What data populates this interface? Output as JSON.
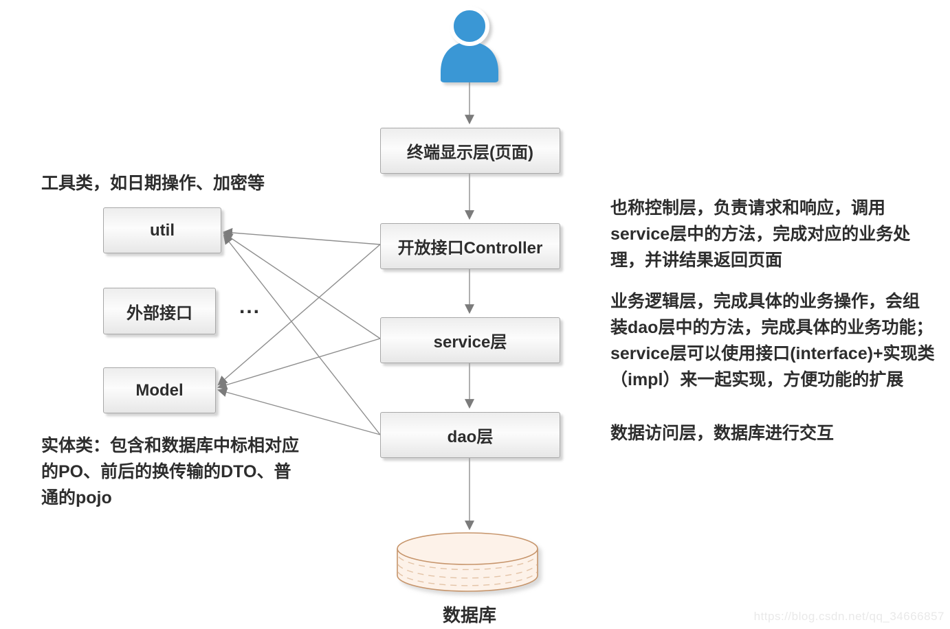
{
  "diagram": {
    "layers": {
      "terminal": {
        "label": "终端显示层(页面)"
      },
      "controller": {
        "label": "开放接口Controller"
      },
      "service": {
        "label": "service层"
      },
      "dao": {
        "label": "dao层"
      }
    },
    "side_nodes": {
      "util": {
        "label": "util"
      },
      "external": {
        "label": "外部接口"
      },
      "model": {
        "label": "Model"
      },
      "more": "..."
    },
    "database": {
      "label": "数据库"
    },
    "notes": {
      "util_note": "工具类，如日期操作、加密等",
      "model_note": "实体类：包含和数据库中标相对应\n的PO、前后的换传输的DTO、普\n通的pojo",
      "controller_note": "也称控制层，负责请求和响应，调用\nservice层中的方法，完成对应的业务处\n理，并讲结果返回页面",
      "service_note": "业务逻辑层，完成具体的业务操作，会组\n装dao层中的方法，完成具体的业务功能；\nservice层可以使用接口(interface)+实现类\n（impl）来一起实现，方便功能的扩展",
      "dao_note": "数据访问层，数据库进行交互"
    },
    "watermark": "https://blog.csdn.net/qq_34666857",
    "colors": {
      "person_blue": "#3a97d5",
      "box_border": "#a7a7a7",
      "arrow_gray": "#8e8e8e",
      "db_fill": "#fdf2e9",
      "db_border": "#c6946a"
    }
  }
}
